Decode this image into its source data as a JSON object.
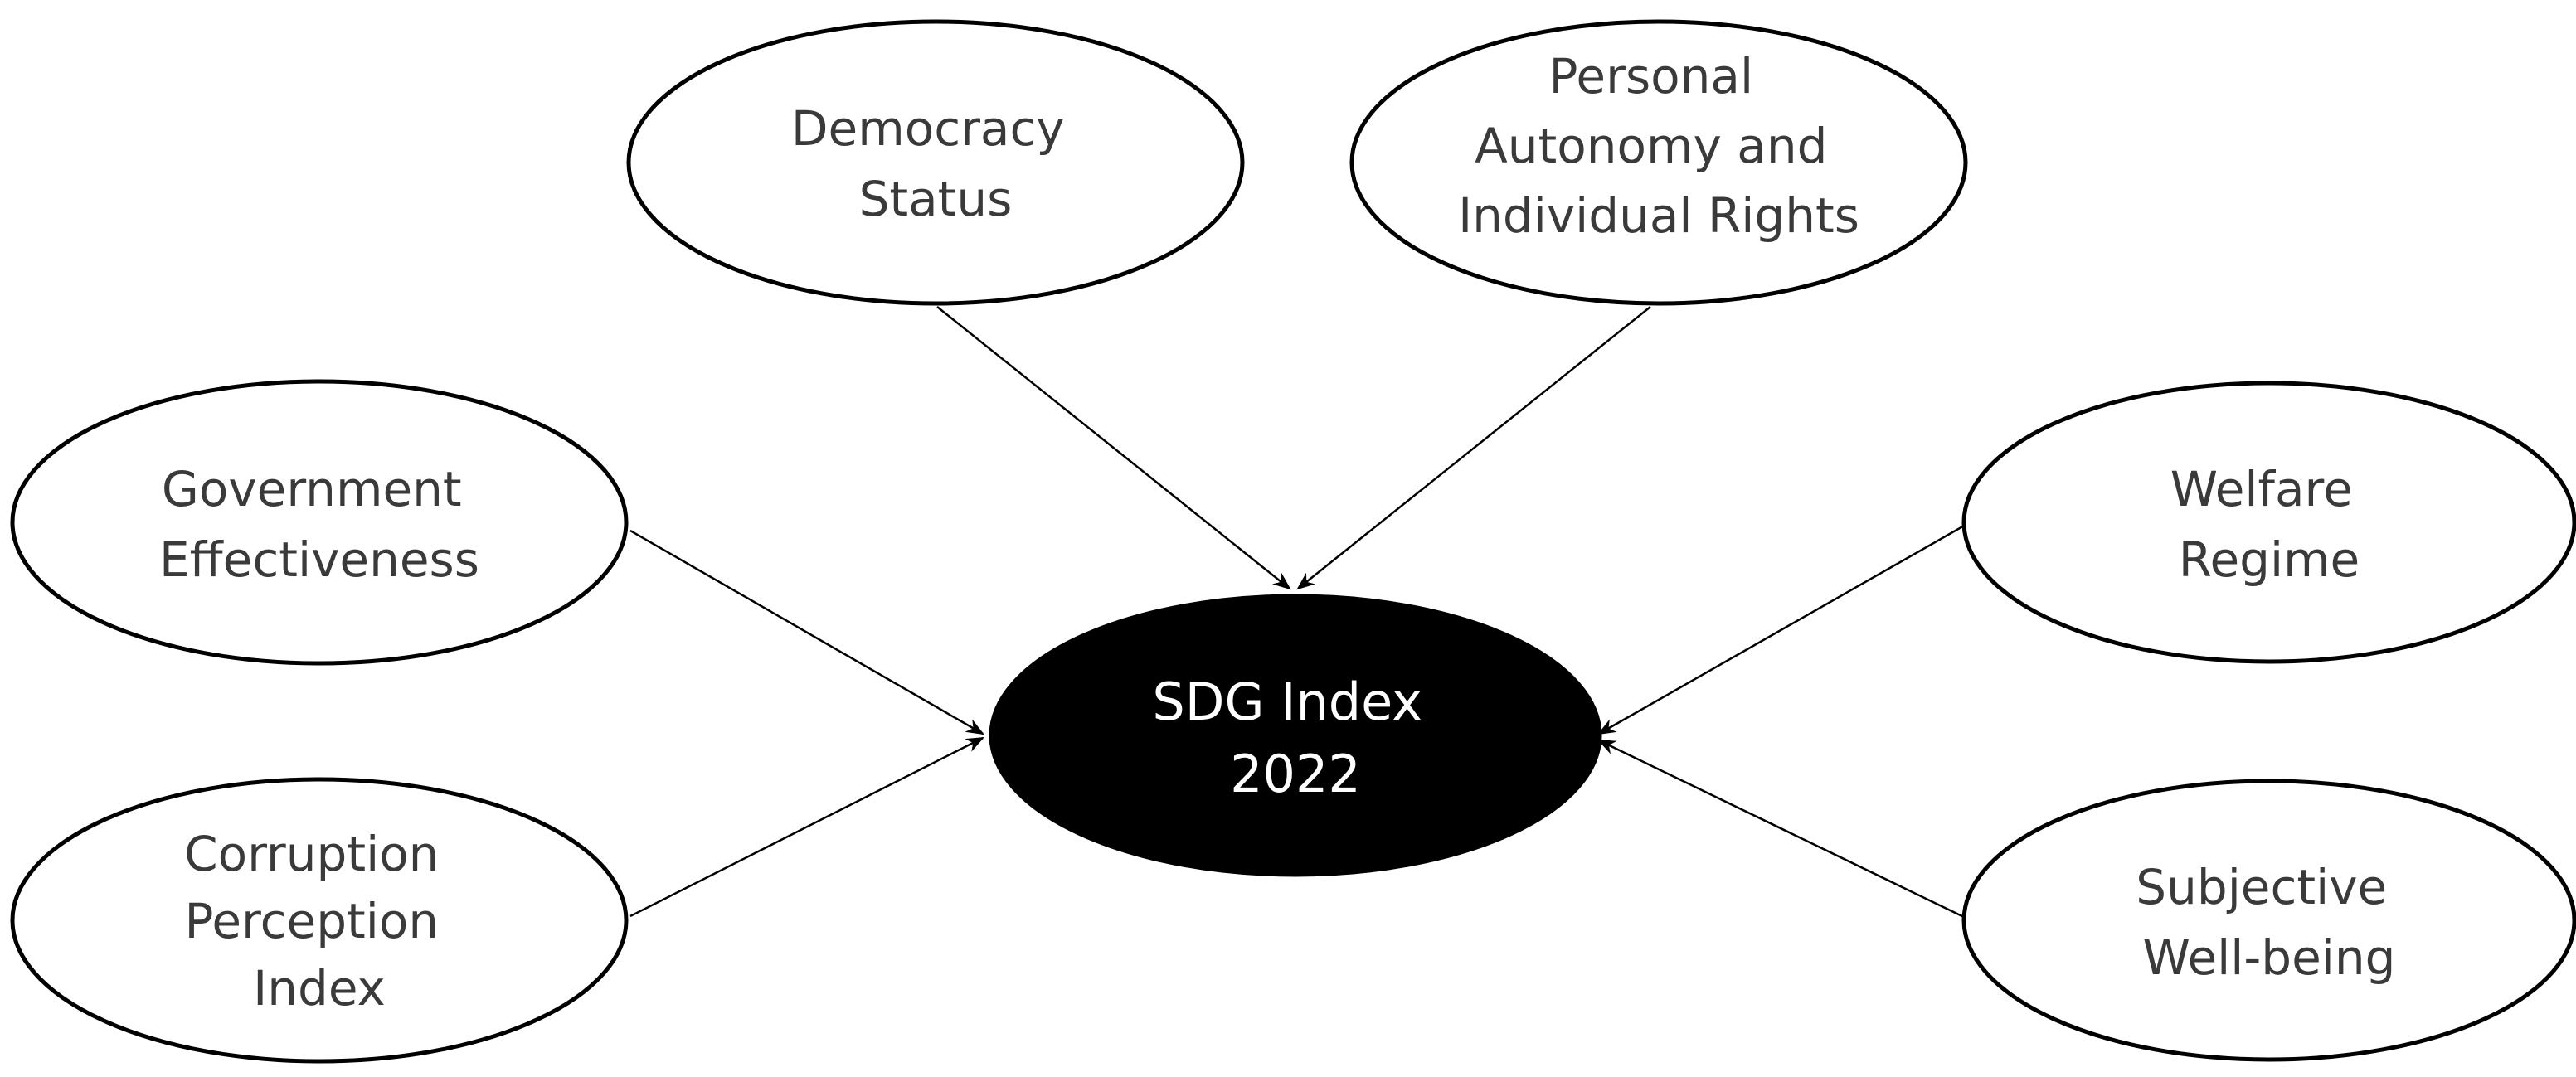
{
  "center": {
    "line1": "SDG Index",
    "line2": "2022"
  },
  "nodes": {
    "democracy_status": [
      "Democracy",
      "Status"
    ],
    "personal_autonomy": [
      "Personal",
      "Autonomy and",
      "Individual Rights"
    ],
    "government_effectiveness": [
      "Government",
      "Effectiveness"
    ],
    "corruption_perception": [
      "Corruption",
      "Perception",
      "Index"
    ],
    "welfare_regime": [
      "Welfare",
      "Regime"
    ],
    "subjective_wellbeing": [
      "Subjective",
      "Well-being"
    ]
  },
  "colors": {
    "node_fill": "#ffffff",
    "center_fill": "#000000",
    "text": "#3a3a3a",
    "center_text": "#ffffff",
    "stroke": "#000000"
  }
}
